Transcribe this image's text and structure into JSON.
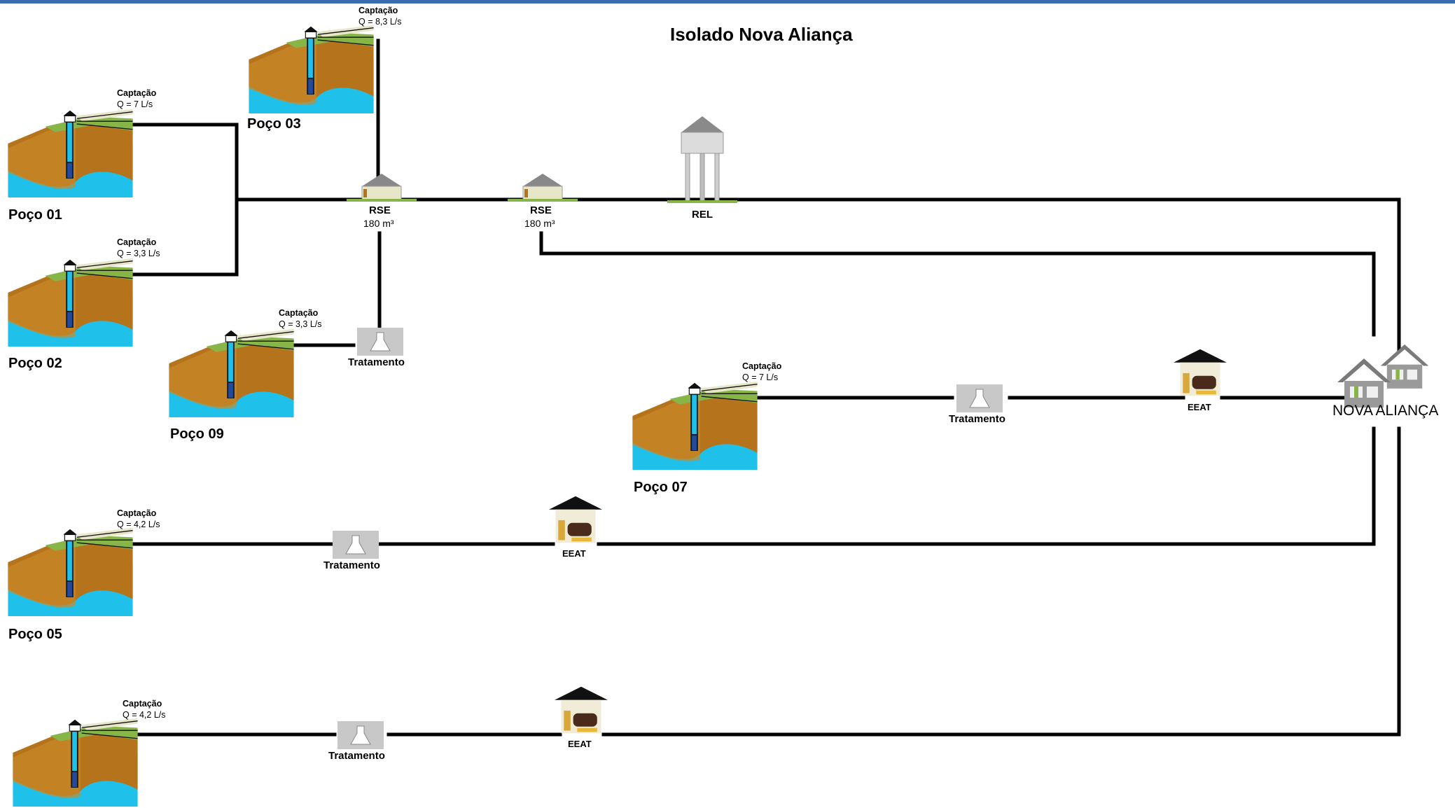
{
  "title": "Isolado Nova Aliança",
  "colors": {
    "pipe": "#000000",
    "top_bar": "#3a6cb2",
    "water": "#1fc1ea",
    "soil": "#b5741c",
    "grass": "#88b548",
    "tank": "#a8a8a8",
    "treatment_box": "#c8c8c8"
  },
  "wells": [
    {
      "id": "w01",
      "name": "Poço 01",
      "capt_label": "Captação",
      "flow": "Q = 7 L/s"
    },
    {
      "id": "w02",
      "name": "Poço 02",
      "capt_label": "Captação",
      "flow": "Q = 3,3 L/s"
    },
    {
      "id": "w03",
      "name": "Poço 03",
      "capt_label": "Captação",
      "flow": "Q = 8,3 L/s"
    },
    {
      "id": "w09",
      "name": "Poço 09",
      "capt_label": "Captação",
      "flow": "Q = 3,3 L/s"
    },
    {
      "id": "w07",
      "name": "Poço 07",
      "capt_label": "Captação",
      "flow": "Q = 7 L/s"
    },
    {
      "id": "w05",
      "name": "Poço 05",
      "capt_label": "Captação",
      "flow": "Q = 4,2 L/s"
    },
    {
      "id": "w06",
      "capt_label": "Captação",
      "flow": "Q = 4,2 L/s"
    }
  ],
  "reservoirs": [
    {
      "id": "rse1",
      "label": "RSE",
      "volume": "180 m³"
    },
    {
      "id": "rse2",
      "label": "RSE",
      "volume": "180 m³"
    },
    {
      "id": "rel",
      "label": "REL"
    }
  ],
  "treatments": [
    {
      "id": "t1",
      "label": "Tratamento"
    },
    {
      "id": "t2",
      "label": "Tratamento"
    },
    {
      "id": "t3",
      "label": "Tratamento"
    },
    {
      "id": "t4",
      "label": "Tratamento"
    }
  ],
  "pump_stations": [
    {
      "id": "e1",
      "label": "EEAT"
    },
    {
      "id": "e2",
      "label": "EEAT"
    },
    {
      "id": "e3",
      "label": "EEAT"
    }
  ],
  "town": {
    "label": "NOVA ALIANÇA"
  }
}
